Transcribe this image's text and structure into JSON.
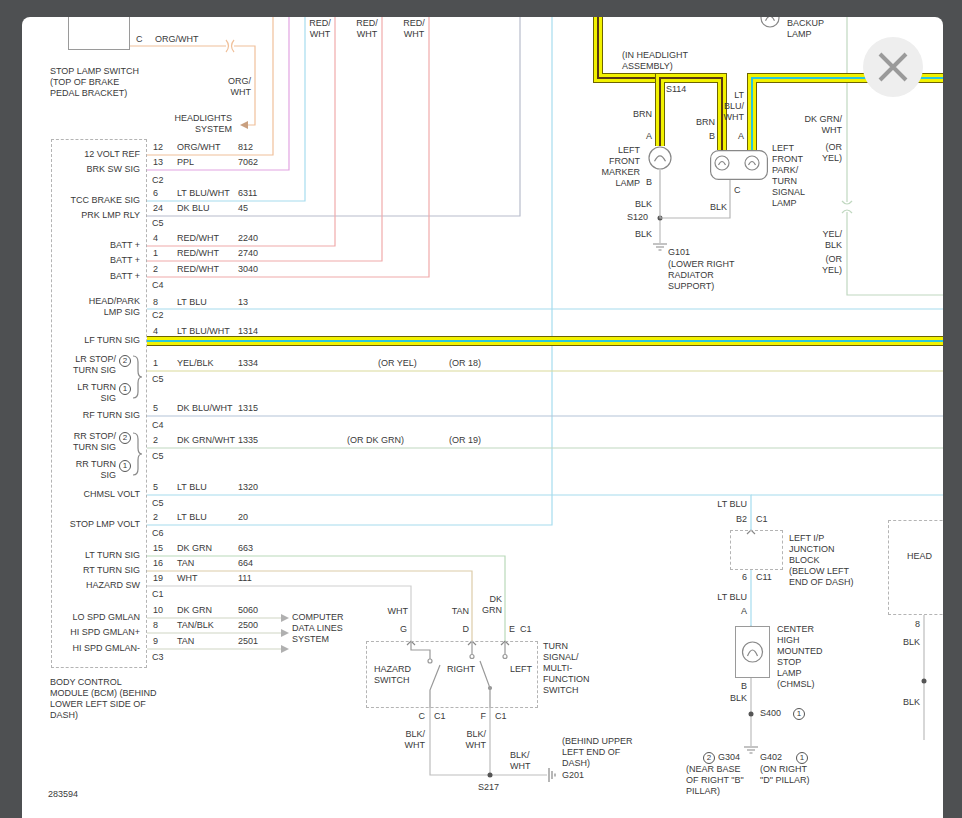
{
  "diagram": {
    "nodes": [
      {
        "text": [
          "STOP LAMP SWITCH (TOP OF BRAKE PEDAL BRACKET)"
        ]
      },
      {
        "text": [
          "BODY CONTROL MODULE (BCM) (BEHIND LOWER LEFT SIDE OF DASH)"
        ]
      },
      {
        "text": [
          "LEFT FRONT MARKER LAMP"
        ]
      },
      {
        "text": [
          "LEFT FRONT PARK/ TURN SIGNAL LAMP"
        ]
      },
      {
        "text": [
          "BACKUP LAMP"
        ]
      },
      {
        "text": [
          "TURN SIGNAL/ MULTI-FUNCTION SWITCH"
        ]
      },
      {
        "text": [
          "LEFT I/P JUNCTION BLOCK (BELOW LEFT END OF DASH)"
        ]
      },
      {
        "text": [
          "CENTER HIGH MOUNTED STOP LAMP (CHMSL)"
        ]
      },
      {
        "text": [
          "HEAD"
        ]
      }
    ],
    "edges": [
      {
        "from": 2,
        "to": 3,
        "arrow": "none"
      },
      {
        "from": 2,
        "to": 3,
        "arrow": "none"
      },
      {
        "from": 1,
        "to": 5,
        "arrow": "none"
      },
      {
        "from": 1,
        "to": 5,
        "arrow": "none"
      },
      {
        "from": 1,
        "to": 5,
        "arrow": "none"
      },
      {
        "from": 1,
        "to": 6,
        "arrow": "none"
      },
      {
        "from": 6,
        "to": 7,
        "arrow": "none"
      }
    ],
    "labels": [
      "C",
      "ORG/WHT",
      "ORG/ WHT",
      "HEADLIGHTS SYSTEM",
      "RED/ WHT",
      "RED/ WHT",
      "RED/ WHT",
      "12 VOLT REF",
      "12",
      "ORG/WHT",
      "812",
      "BRK SW SIG",
      "13",
      "PPL",
      "7062",
      "C2",
      "TCC BRAKE SIG",
      "6",
      "LT BLU/WHT",
      "6311",
      "PRK LMP RLY",
      "24",
      "DK BLU",
      "45",
      "C5",
      "BATT +",
      "4",
      "RED/WHT",
      "2240",
      "BATT +",
      "1",
      "RED/WHT",
      "2740",
      "BATT +",
      "2",
      "RED/WHT",
      "3040",
      "C4",
      "HEAD/PARK LMP SIG",
      "8",
      "LT BLU",
      "13",
      "C2",
      "LF TURN SIG",
      "4",
      "LT BLU/WHT",
      "1314",
      "LR STOP/ TURN SIG",
      "2",
      "LR TURN SIG",
      "1",
      "1",
      "YEL/BLK",
      "1334",
      "C5",
      "(OR YEL)",
      "(OR 18)",
      "RF TURN SIG",
      "5",
      "DK BLU/WHT",
      "1315",
      "C4",
      "RR STOP/ TURN SIG",
      "2",
      "RR TURN SIG",
      "1",
      "2",
      "DK GRN/WHT",
      "1335",
      "C5",
      "(OR DK GRN)",
      "(OR 19)",
      "CHMSL VOLT",
      "5",
      "LT BLU",
      "1320",
      "C5",
      "STOP LMP VOLT",
      "2",
      "LT BLU",
      "20",
      "C6",
      "LT TURN SIG",
      "15",
      "DK GRN",
      "663",
      "RT TURN SIG",
      "16",
      "TAN",
      "664",
      "HAZARD SW",
      "19",
      "WHT",
      "111",
      "C1",
      "LO SPD GMLAN",
      "10",
      "DK GRN",
      "5060",
      "HI SPD GMLAN+",
      "8",
      "TAN/BLK",
      "2500",
      "HI SPD GMLAN-",
      "9",
      "TAN",
      "2501",
      "C3",
      "COMPUTER DATA LINES SYSTEM",
      "WHT",
      "TAN",
      "DK GRN",
      "G",
      "D",
      "E",
      "C1",
      "HAZARD SWITCH",
      "RIGHT",
      "LEFT",
      "C",
      "C1",
      "F",
      "C1",
      "BLK/ WHT",
      "BLK/ WHT",
      "BLK/ WHT",
      "(BEHIND UPPER LEFT END OF DASH)",
      "G201",
      "S217",
      "LT BLU",
      "B2",
      "C1",
      "6",
      "C11",
      "LT BLU",
      "A",
      "B",
      "BLK",
      "S400",
      "1",
      "2",
      "G304",
      "(NEAR BASE OF RIGHT \"B\" PILLAR)",
      "G402",
      "1",
      "(ON RIGHT \"D\" PILLAR)",
      "(IN HEADLIGHT ASSEMBLY)",
      "S114",
      "BRN",
      "A",
      "BRN",
      "B",
      "LT BLU/ WHT",
      "A",
      "B",
      "BLK",
      "S120",
      "BLK",
      "G101",
      "(LOWER RIGHT RADIATOR SUPPORT)",
      "C",
      "BLK",
      "DK GRN/ WHT",
      "(OR YEL)",
      "YEL/ BLK",
      "(OR YEL)",
      "8",
      "BLK",
      "BLK",
      "283594"
    ]
  }
}
